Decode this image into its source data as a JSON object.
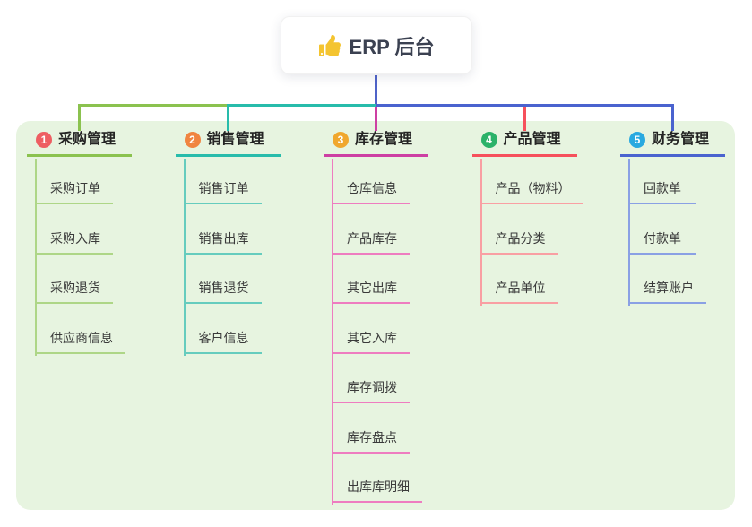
{
  "root": {
    "title": "ERP 后台",
    "icon": "thumbs-up-icon",
    "icon_color": "#f4c430"
  },
  "panel_color": "#e7f4e0",
  "connector_color": "#4f63c8",
  "branches": [
    {
      "number": "1",
      "label": "采购管理",
      "line_color": "#8bc24f",
      "child_line_color": "#aed687",
      "badge_color": "#ee5e62",
      "children": [
        "采购订单",
        "采购入库",
        "采购退货",
        "供应商信息"
      ]
    },
    {
      "number": "2",
      "label": "销售管理",
      "line_color": "#28bcab",
      "child_line_color": "#66ccbe",
      "badge_color": "#f08440",
      "children": [
        "销售订单",
        "销售出库",
        "销售退货",
        "客户信息"
      ]
    },
    {
      "number": "3",
      "label": "库存管理",
      "line_color": "#cd3fa3",
      "child_line_color": "#ee7cc0",
      "badge_color": "#f0a72e",
      "children": [
        "仓库信息",
        "产品库存",
        "其它出库",
        "其它入库",
        "库存调拨",
        "库存盘点",
        "出库库明细"
      ]
    },
    {
      "number": "4",
      "label": "产品管理",
      "line_color": "#f6505c",
      "child_line_color": "#f99fa3",
      "badge_color": "#2bb269",
      "children": [
        "产品（物料）",
        "产品分类",
        "产品单位"
      ]
    },
    {
      "number": "5",
      "label": "财务管理",
      "line_color": "#4a63cf",
      "child_line_color": "#8aa0e4",
      "badge_color": "#29a9e0",
      "children": [
        "回款单",
        "付款单",
        "结算账户"
      ]
    }
  ]
}
